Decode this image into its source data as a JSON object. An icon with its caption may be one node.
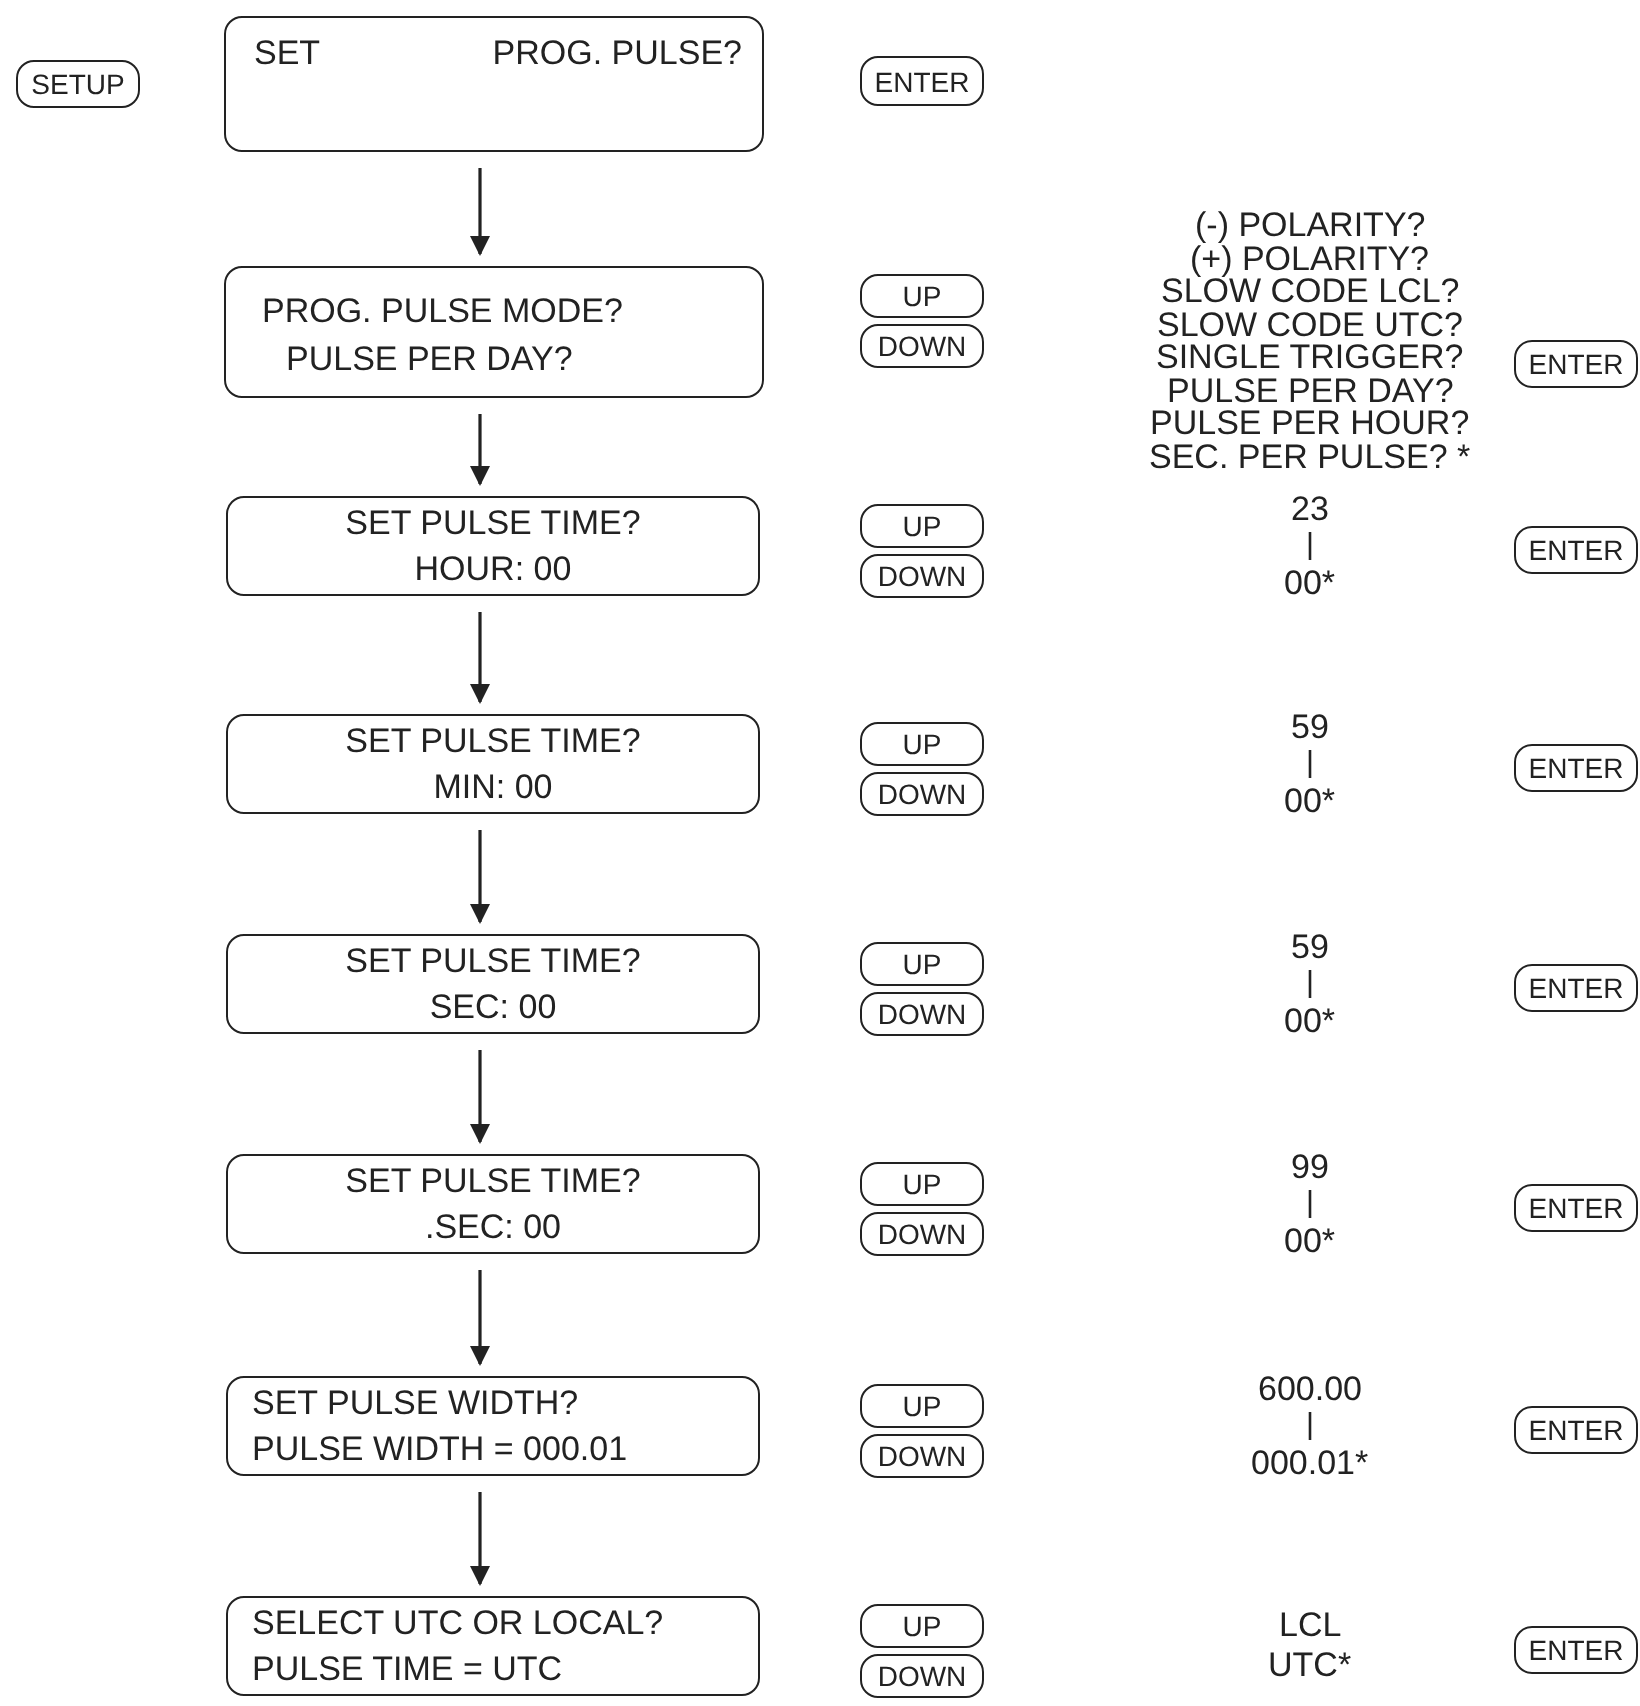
{
  "diagram": {
    "nodes": [
      {
        "text": [
          "SETUP"
        ]
      },
      {
        "text": [
          "SET",
          "PROG. PULSE?"
        ]
      },
      {
        "text": [
          "ENTER"
        ]
      },
      {
        "text": [
          "PROG. PULSE MODE?",
          "PULSE PER DAY?"
        ]
      },
      {
        "text": [
          "UP"
        ]
      },
      {
        "text": [
          "DOWN"
        ]
      },
      {
        "text": [
          "ENTER"
        ]
      },
      {
        "text": [
          "SET PULSE TIME?",
          "HOUR: 00"
        ]
      },
      {
        "text": [
          "UP"
        ]
      },
      {
        "text": [
          "DOWN"
        ]
      },
      {
        "text": [
          "ENTER"
        ]
      },
      {
        "text": [
          "SET PULSE TIME?",
          "MIN: 00"
        ]
      },
      {
        "text": [
          "UP"
        ]
      },
      {
        "text": [
          "DOWN"
        ]
      },
      {
        "text": [
          "ENTER"
        ]
      },
      {
        "text": [
          "SET PULSE TIME?",
          "SEC: 00"
        ]
      },
      {
        "text": [
          "UP"
        ]
      },
      {
        "text": [
          "DOWN"
        ]
      },
      {
        "text": [
          "ENTER"
        ]
      },
      {
        "text": [
          "SET PULSE TIME?",
          ".SEC: 00"
        ]
      },
      {
        "text": [
          "UP"
        ]
      },
      {
        "text": [
          "DOWN"
        ]
      },
      {
        "text": [
          "ENTER"
        ]
      },
      {
        "text": [
          "SET PULSE WIDTH?",
          "PULSE WIDTH = 000.01"
        ]
      },
      {
        "text": [
          "UP"
        ]
      },
      {
        "text": [
          "DOWN"
        ]
      },
      {
        "text": [
          "ENTER"
        ]
      },
      {
        "text": [
          "SELECT UTC OR LOCAL?",
          "PULSE TIME = UTC"
        ]
      },
      {
        "text": [
          "UP"
        ]
      },
      {
        "text": [
          "DOWN"
        ]
      },
      {
        "text": [
          "ENTER"
        ]
      }
    ],
    "edges": [
      {
        "from": 1,
        "to": 3,
        "arrow": "to"
      },
      {
        "from": 3,
        "to": 7,
        "arrow": "to"
      },
      {
        "from": 7,
        "to": 11,
        "arrow": "to"
      },
      {
        "from": 11,
        "to": 15,
        "arrow": "to"
      },
      {
        "from": 15,
        "to": 19,
        "arrow": "to"
      },
      {
        "from": 19,
        "to": 23,
        "arrow": "to"
      },
      {
        "from": 23,
        "to": 27,
        "arrow": "to"
      }
    ],
    "labels": [
      "(-) POLARITY?",
      "(+) POLARITY?",
      "SLOW CODE LCL?",
      "SLOW CODE UTC?",
      "SINGLE TRIGGER?",
      "PULSE PER DAY?",
      "PULSE PER HOUR?",
      "SEC. PER PULSE? *",
      "23",
      "00*",
      "59",
      "00*",
      "59",
      "00*",
      "99",
      "00*",
      "600.00",
      "000.01*",
      "LCL",
      "UTC*"
    ]
  }
}
